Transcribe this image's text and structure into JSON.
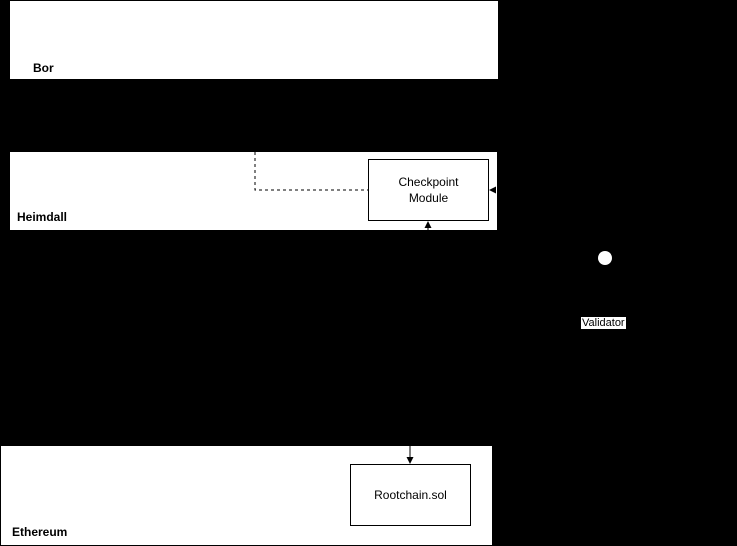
{
  "layers": {
    "bor": {
      "label": "Bor"
    },
    "heimdall": {
      "label": "Heimdall"
    },
    "ethereum": {
      "label": "Ethereum"
    }
  },
  "modules": {
    "checkpoint": {
      "label": "Checkpoint\nModule"
    },
    "rootchain": {
      "label": "Rootchain.sol"
    }
  },
  "actor": {
    "label": "Validator",
    "icon": "validator-actor-icon"
  },
  "colors": {
    "background": "#000000",
    "box": "#ffffff",
    "stroke": "#000000"
  }
}
